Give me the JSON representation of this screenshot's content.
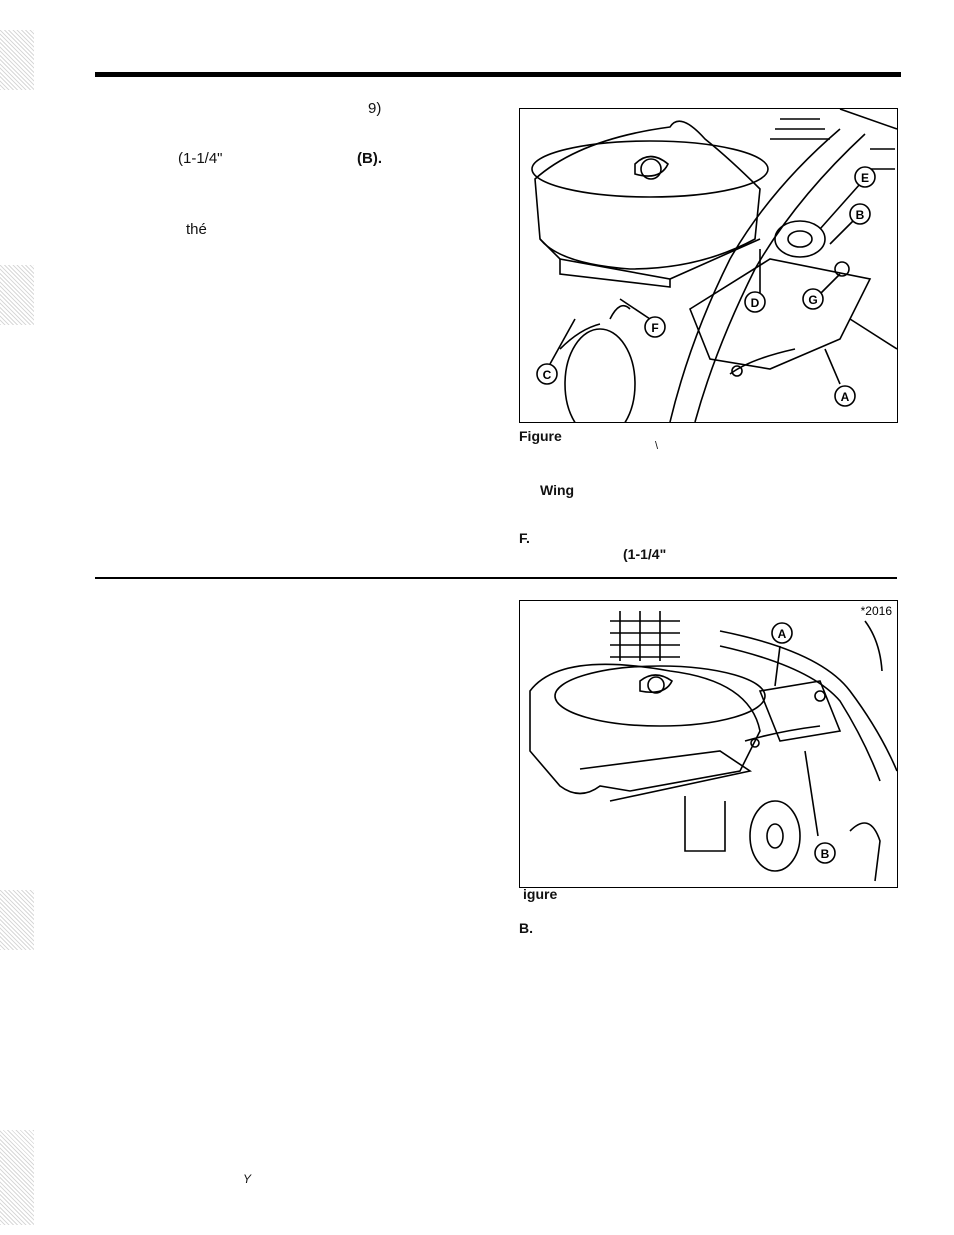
{
  "left_column": {
    "frag_1": "9)",
    "frag_2": "(1-1/4\"",
    "frag_3": "(B).",
    "frag_4": "thé",
    "frag_5": "Y"
  },
  "figure_top": {
    "caption": "Figure",
    "caption_mark": "\\",
    "callout_wing": "Wing",
    "callout_f": "F.",
    "callout_measure": "(1-1/4\"",
    "labels": [
      "E",
      "B",
      "D",
      "G",
      "F",
      "C",
      "A"
    ]
  },
  "figure_bottom": {
    "caption": "igure",
    "callout_b": "B.",
    "part_number": "*2016",
    "labels": [
      "A",
      "B"
    ]
  }
}
